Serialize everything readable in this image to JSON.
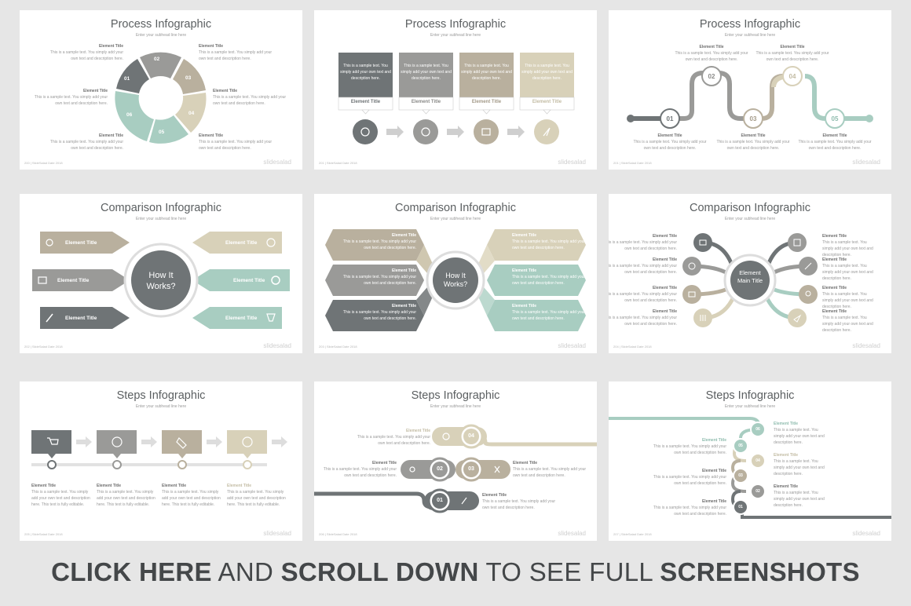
{
  "colors": {
    "dark_gray": "#6f7476",
    "mid_gray": "#9a9a98",
    "taupe": "#b9b09e",
    "beige": "#d8d1b9",
    "mint": "#a8cdc1",
    "background": "#e6e6e6"
  },
  "sample": {
    "element_title": "Element Title",
    "short": "This is a sample text. You simply add your own text and description here.",
    "box": "This is a sample text. You simply add your own text and description here.",
    "long": "This is a sample text. You simply add your own text and description here. This text is fully editable.",
    "subhead": "Enter your subhead line here",
    "brand": "slidesalad"
  },
  "slides": [
    {
      "title": "Process Infographic",
      "footer": "200 | SlideSalad Date 2018",
      "numbers": [
        "01",
        "02",
        "03",
        "04",
        "05",
        "06"
      ]
    },
    {
      "title": "Process Infographic",
      "footer": "201 | SlideSalad Date 2018"
    },
    {
      "title": "Process Infographic",
      "footer": "201 | SlideSalad Date 2018",
      "numbers": [
        "01",
        "02",
        "03",
        "04",
        "05"
      ]
    },
    {
      "title": "Comparison Infographic",
      "footer": "202 | SlideSalad Date 2018",
      "center": "How It Works?"
    },
    {
      "title": "Comparison Infographic",
      "footer": "203 | SlideSalad Date 2018",
      "center": "How It Works?"
    },
    {
      "title": "Comparison Infographic",
      "footer": "204 | SlideSalad Date 2018",
      "center": "Element Main Title"
    },
    {
      "title": "Steps Infographic",
      "footer": "205 | SlideSalad Date 2018"
    },
    {
      "title": "Steps Infographic",
      "footer": "206 | SlideSalad Date 2018",
      "numbers": [
        "01",
        "02",
        "03",
        "04"
      ]
    },
    {
      "title": "Steps Infographic",
      "footer": "207 | SlideSalad Date 2018",
      "numbers": [
        "01",
        "02",
        "03",
        "04",
        "05",
        "06"
      ]
    }
  ],
  "banner": {
    "part1": "CLICK HERE",
    "part2": " AND ",
    "part3": "SCROLL DOWN",
    "part4": " TO SEE FULL ",
    "part5": "SCREENSHOTS"
  }
}
